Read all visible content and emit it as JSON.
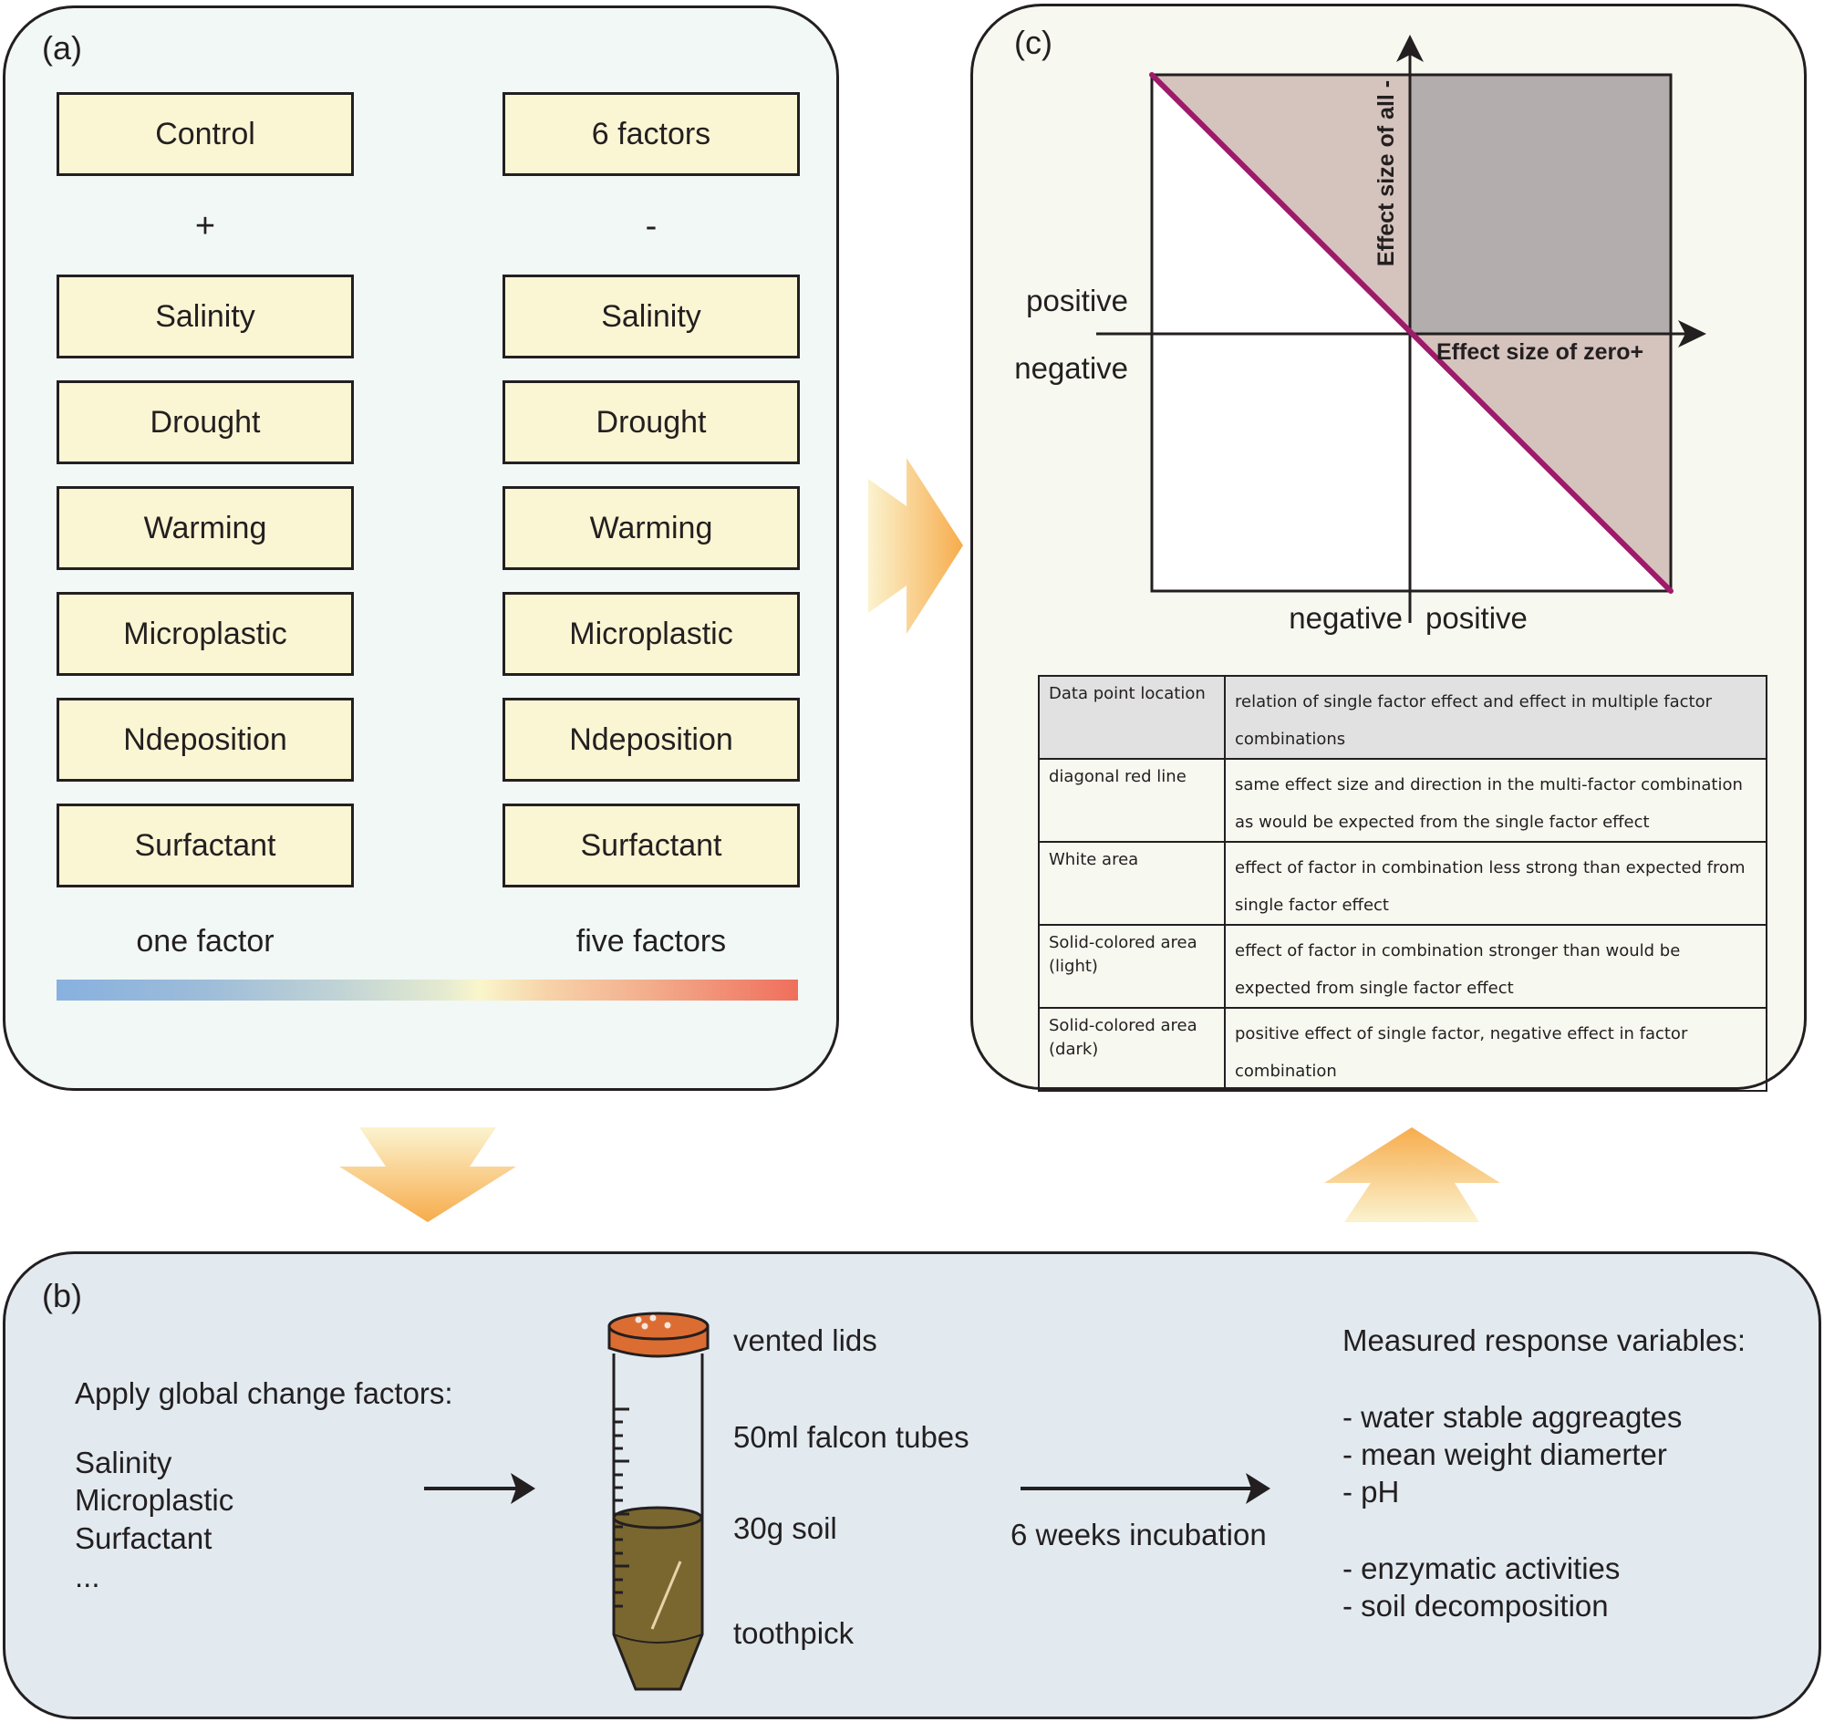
{
  "panel_a": {
    "label": "(a)",
    "left_column": {
      "header": "Control",
      "operator": "+",
      "factors": [
        "Salinity",
        "Drought",
        "Warming",
        "Microplastic",
        "Ndeposition",
        "Surfactant"
      ],
      "caption": "one factor"
    },
    "right_column": {
      "header": "6 factors",
      "operator": "-",
      "factors": [
        "Salinity",
        "Drought",
        "Warming",
        "Microplastic",
        "Ndeposition",
        "Surfactant"
      ],
      "caption": "five factors"
    },
    "gradient_colors": [
      "#88b1df",
      "#faf6cc",
      "#ef6f5c"
    ]
  },
  "panel_c": {
    "label": "(c)",
    "chart_data": {
      "type": "area",
      "title": "",
      "xlabel": "Effect size of zero+",
      "ylabel": "Effect size of all -",
      "x_tick_labels": [
        "negative",
        "positive"
      ],
      "y_tick_labels": [
        "positive",
        "negative"
      ],
      "xlim": [
        -1,
        1
      ],
      "ylim": [
        -1,
        1
      ],
      "grid": false,
      "series": [
        {
          "name": "diagonal red line",
          "type": "line",
          "x": [
            -1,
            1
          ],
          "y": [
            1,
            -1
          ],
          "color": "#9e1a6a"
        },
        {
          "name": "Solid-colored area (light)",
          "type": "polygon",
          "points": [
            [
              -1,
              1
            ],
            [
              0,
              1
            ],
            [
              0,
              0
            ]
          ],
          "color": "#d5c3bd"
        },
        {
          "name": "Solid-colored area (light)",
          "type": "polygon",
          "points": [
            [
              0,
              0
            ],
            [
              1,
              0
            ],
            [
              1,
              -1
            ]
          ],
          "color": "#d5c3bd"
        },
        {
          "name": "Solid-colored area (dark)",
          "type": "polygon",
          "points": [
            [
              0,
              0
            ],
            [
              0,
              1
            ],
            [
              1,
              1
            ],
            [
              1,
              0
            ]
          ],
          "color": "#b3adad"
        }
      ]
    },
    "table": {
      "header": [
        "Data point location",
        "relation of single factor effect and effect in multiple factor combinations"
      ],
      "rows": [
        [
          "diagonal red line",
          "same effect size and direction in the multi-factor combination as would be expected from the single factor effect"
        ],
        [
          "White area",
          "effect of factor in combination less strong than expected from single factor effect"
        ],
        [
          "Solid-colored area (light)",
          "effect of factor in combination stronger than would be expected from single factor effect"
        ],
        [
          "Solid-colored area (dark)",
          "positive effect of single factor, negative effect in factor combination"
        ]
      ]
    }
  },
  "panel_b": {
    "label": "(b)",
    "apply_title": "Apply global change factors:",
    "apply_factors": [
      "Salinity",
      "Microplastic",
      "Surfactant",
      "..."
    ],
    "tube_labels": [
      "vented lids",
      "50ml falcon tubes",
      "30g soil",
      "toothpick"
    ],
    "incubation_label": "6 weeks incubation",
    "measured_title": "Measured response variables:",
    "measured_group1": [
      "- water stable aggreagtes",
      "- mean weight diamerter",
      "- pH"
    ],
    "measured_group2": [
      "- enzymatic activities",
      "- soil decomposition"
    ],
    "colors": {
      "lid": "#dc6d32",
      "soil": "#7a672f",
      "toothpick": "#e8d2a8"
    }
  },
  "flow_arrows": [
    "panel-a-to-panel-c",
    "panel-a-to-panel-b",
    "panel-b-to-panel-c"
  ]
}
